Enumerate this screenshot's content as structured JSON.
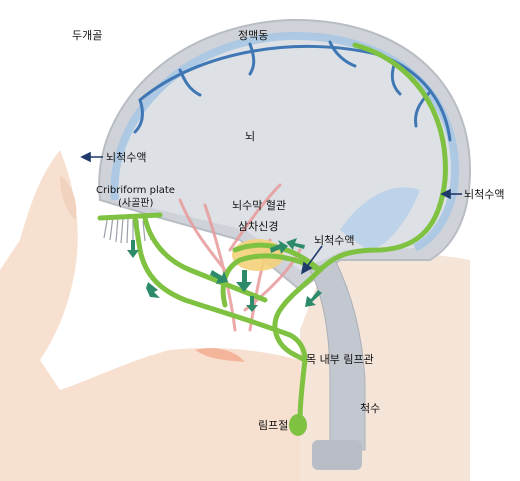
{
  "labels": {
    "skull": "두개골",
    "sinus": "정맥동",
    "brain": "뇌",
    "csf_left": "뇌척수액",
    "csf_right": "뇌척수액",
    "csf_center": "뇌척수액",
    "cribriform_en": "Cribriform plate",
    "cribriform_ko": "(사골판)",
    "meningeal_vessels": "뇌수막 혈관",
    "trigeminal": "삼차신경",
    "neck_lymph": "목 내부 림프관",
    "spinal_cord": "척수",
    "lymph_node": "림프절"
  },
  "colors": {
    "lymph_green": "#7fc241",
    "arrow_green": "#2e8b6a",
    "skull_gray": "#c9cdd3",
    "brain_gray": "#d9dde3",
    "csf_blue": "#a9c7e3",
    "vessel_blue": "#3f77b5",
    "vessel_red": "#e89a9a",
    "skin": "#f6dccb"
  }
}
